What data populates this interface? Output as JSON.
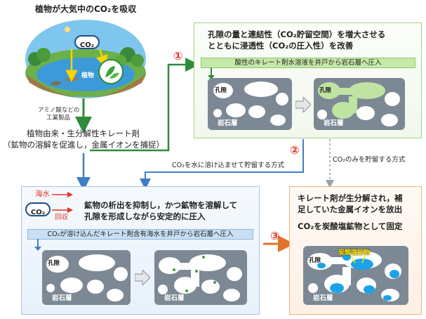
{
  "top_left": {
    "title": "植物が大気中のCO₂を吸収",
    "co2_label": "CO₂",
    "plant_label": "植物",
    "amino_note_line1": "アミノ酸などの",
    "amino_note_line2": "工業製品",
    "chelate_title": "植物由来・生分解性キレート剤",
    "chelate_desc": "（鉱物の溶解を促進し，金属イオンを捕捉）"
  },
  "path1": {
    "number": "①",
    "title_line1": "孔隙の量と連結性（CO₂貯留空間）を増大させる",
    "title_line2": "とともに浸透性（CO₂の圧入性）を改善",
    "injection_bar": "酸性のキレート剤水溶液を井戸から岩石層へ圧入",
    "pore_label_before": "孔隙",
    "rock_label_before": "岩石層",
    "pore_label_after": "孔隙",
    "rock_label_after": "岩石層"
  },
  "path2": {
    "number": "②",
    "label": "CO₂を水に溶け込ませて貯留する方式"
  },
  "co2_only": {
    "label": "CO₂のみを貯留する方式"
  },
  "bottom_left": {
    "seawater_label": "海水",
    "co2_label": "CO₂",
    "recovery_label": "回収",
    "title_line1": "鉱物の析出を抑制し，かつ鉱物を溶解して",
    "title_line2": "孔隙を形成しながら安定的に圧入",
    "injection_bar": "CO₂が溶け込んだキレート剤含有海水を井戸から岩石層へ圧入",
    "pore_label": "孔隙",
    "rock_label_before": "岩石層",
    "rock_label_after": "岩石層"
  },
  "path3": {
    "number": "③"
  },
  "bottom_right": {
    "title_line1": "キレート剤が生分解され，補",
    "title_line2": "足していた金属イオンを放出",
    "title_line3": "CO₂を炭酸塩鉱物として固定",
    "pore_label": "孔隙",
    "carbonate_label": "炭酸塩鉱物",
    "rock_label": "岩石層"
  },
  "colors": {
    "green_panel_border": "#9fd08a",
    "blue_panel_border": "#a9c6e6",
    "orange_panel_border": "#f2b27a",
    "arrow_green": "#2e8b3a",
    "arrow_blue": "#3f7ec4",
    "arrow_orange": "#e2722c",
    "number_red": "#e8302a",
    "rock": "#7c8994",
    "pore_green": "#bfe3a0",
    "carbonate_blue": "#1aa3e8",
    "highlight_yellow": "#ffe400"
  }
}
